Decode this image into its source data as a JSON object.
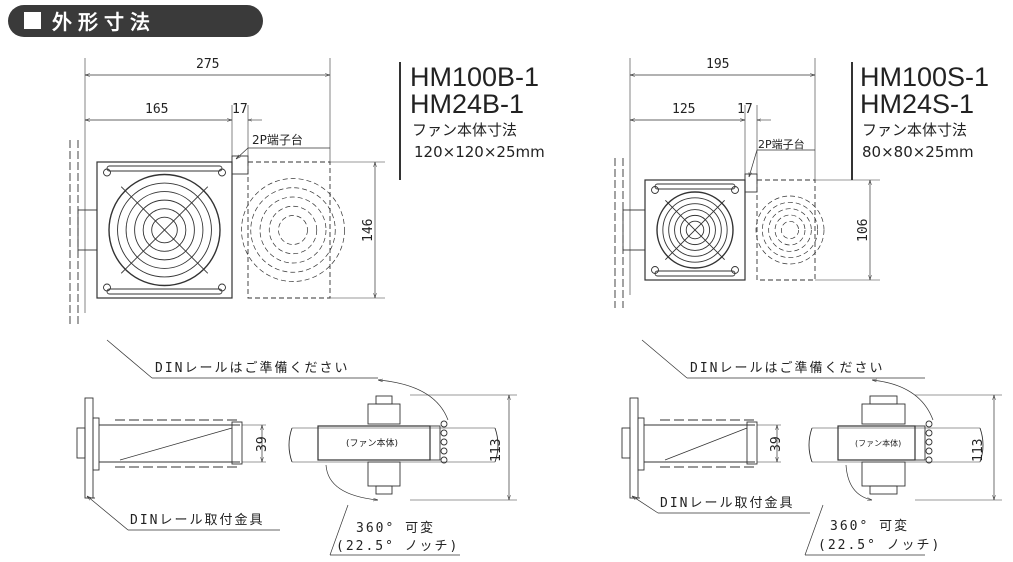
{
  "header": {
    "bullet": "■",
    "title": "外形寸法"
  },
  "colors": {
    "header_bg": "#3a3a3a",
    "ink": "#222222"
  },
  "models": [
    {
      "names": [
        "HM100B-1",
        "HM24B-1"
      ],
      "fan_label": "ファン本体寸法",
      "fan_size": "120×120×25mm",
      "dims": {
        "overall": "275",
        "body": "165",
        "terminal": "17",
        "height": "146",
        "depth": "39",
        "rail_height": "113"
      },
      "labels": {
        "terminal_block": "2P端子台",
        "din_note": "DINレールはご準備ください",
        "din_bracket": "DINレール取付金具",
        "rotation": "360° 可変",
        "notch": "(22.5° ノッチ)",
        "fan_body": "(ファン本体)"
      }
    },
    {
      "names": [
        "HM100S-1",
        "HM24S-1"
      ],
      "fan_label": "ファン本体寸法",
      "fan_size": "80×80×25mm",
      "dims": {
        "overall": "195",
        "body": "125",
        "terminal": "17",
        "height": "106",
        "depth": "39",
        "rail_height": "113"
      },
      "labels": {
        "terminal_block": "2P端子台",
        "din_note": "DINレールはご準備ください",
        "din_bracket": "DINレール取付金具",
        "rotation": "360° 可変",
        "notch": "(22.5° ノッチ)",
        "fan_body": "(ファン本体)"
      }
    }
  ]
}
